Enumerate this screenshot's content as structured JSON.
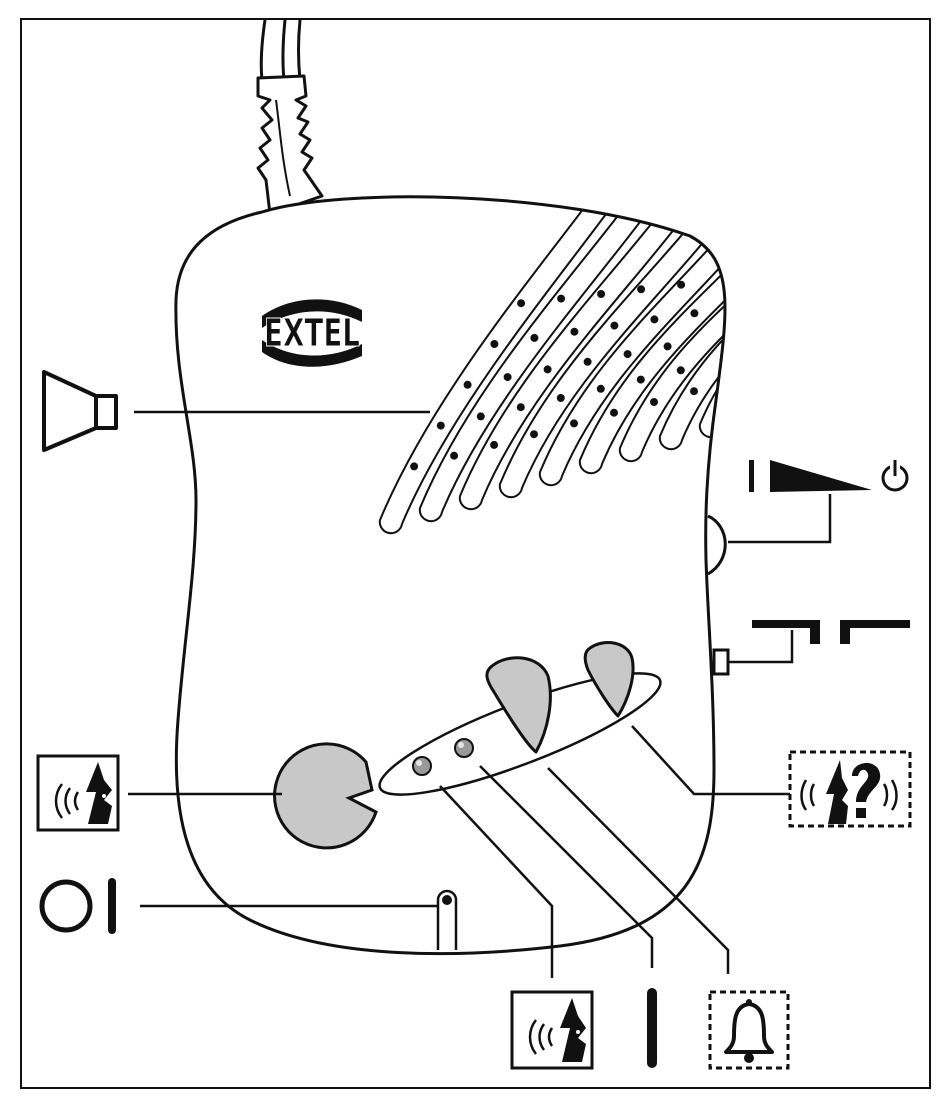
{
  "brand": {
    "logo_text": "EXTEL"
  },
  "device": {
    "name": "handheld-intercom-unit",
    "body_color": "#ffffff",
    "control_color": "#c8c8c8",
    "led_color": "#9a9a9a",
    "outline_color": "#111111"
  },
  "callouts": [
    {
      "id": "speaker",
      "icon": "speaker-icon",
      "side": "left"
    },
    {
      "id": "talk-button",
      "icon": "talk-icon",
      "side": "left"
    },
    {
      "id": "power-indicator",
      "icon": "power-ring-icon",
      "side": "left"
    },
    {
      "id": "volume-wheel",
      "icon": "volume-ramp-power-icon",
      "side": "right"
    },
    {
      "id": "mode-switch",
      "icon": "switch-position-icon",
      "side": "right"
    },
    {
      "id": "listen-button",
      "icon": "query-listen-icon",
      "side": "right"
    },
    {
      "id": "talk-led",
      "icon": "talk-icon",
      "side": "bottom"
    },
    {
      "id": "power-led",
      "icon": "on-bar-icon",
      "side": "bottom"
    },
    {
      "id": "call-button",
      "icon": "bell-icon",
      "side": "bottom"
    }
  ]
}
